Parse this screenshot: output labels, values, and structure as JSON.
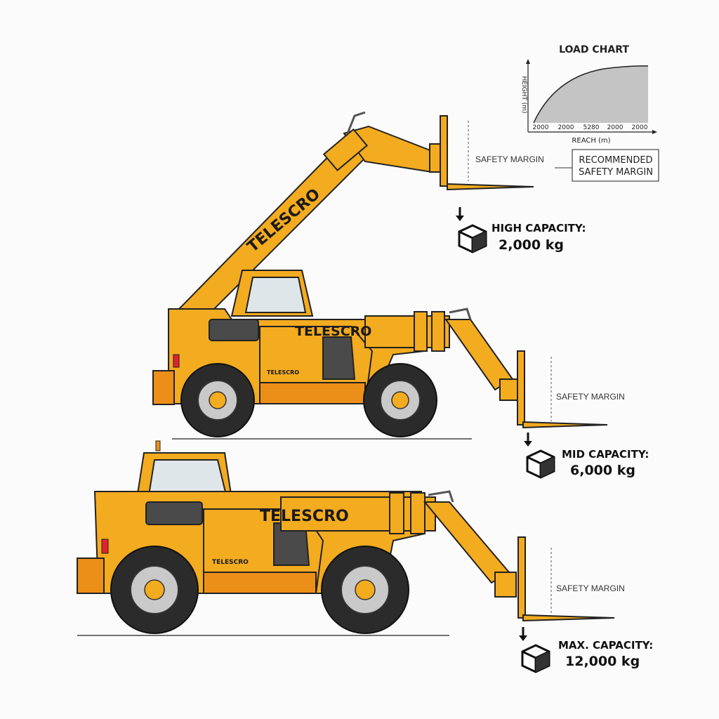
{
  "brand": "TELESCRO",
  "load_chart": {
    "title": "LOAD CHART",
    "ylabel": "HEIGHT (m)",
    "xlabel": "REACH (m)",
    "x_tick_labels": [
      "2000",
      "2000",
      "5280",
      "2000",
      "2000"
    ],
    "callout": [
      "RECOMMENDED",
      "SAFETY MARGIN"
    ]
  },
  "chart_data": {
    "type": "area",
    "title": "LOAD CHART",
    "xlabel": "REACH (m)",
    "ylabel": "HEIGHT (m)",
    "tick_labels": [
      "2000",
      "2000",
      "5280",
      "2000",
      "2000"
    ],
    "shape": "concave rising curve, plateau at right",
    "fill_color": "#c4c4c4",
    "grid": false
  },
  "machines": [
    {
      "safety_label": "SAFETY MARGIN",
      "capacity_title": "HIGH CAPACITY:",
      "capacity_value": "2,000 kg"
    },
    {
      "safety_label": "SAFETY MARGIN",
      "capacity_title": "MID CAPACITY:",
      "capacity_value": "6,000 kg"
    },
    {
      "safety_label": "SAFETY MARGIN",
      "capacity_title": "MAX. CAPACITY:",
      "capacity_value": "12,000 kg"
    }
  ],
  "colors": {
    "body": "#f3ab1f",
    "accent": "#ec8f19",
    "dark": "#4a4a4a"
  },
  "icons": [
    "box-icon",
    "down-arrow-icon"
  ]
}
